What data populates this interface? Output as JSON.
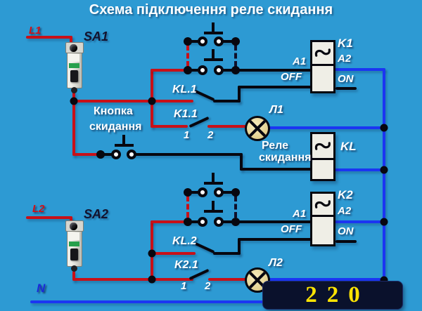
{
  "title": "Схема підключення реле скидання",
  "colors": {
    "background": "#2d9ad3",
    "wire_red": "#c81018",
    "wire_black": "#07070f",
    "wire_blue": "#1b35f2",
    "label_white": "#ffffff",
    "label_navy": "#13132e",
    "lamp_fill": "#e9d98f",
    "badge_background": "#0a112c",
    "badge_text": "#fce303"
  },
  "top_circuit": {
    "feed_label": "L1",
    "breaker_label": "SA1",
    "contact_kl_label": "KL.1",
    "contact_aux_label": "K1.1",
    "terminal_1": "1",
    "terminal_2": "2",
    "lamp_label": "Л1",
    "relay": {
      "name": "K1",
      "a1": "A1",
      "a2": "A2",
      "off": "OFF",
      "on": "ON"
    }
  },
  "reset_button": {
    "line1": "Кнопка",
    "line2": "скидання"
  },
  "reset_relay": {
    "name": "KL",
    "caption1": "Реле",
    "caption2": "скидання"
  },
  "bottom_circuit": {
    "feed_label": "L2",
    "breaker_label": "SA2",
    "contact_kl_label": "KL.2",
    "contact_aux_label": "K2.1",
    "terminal_1": "1",
    "terminal_2": "2",
    "lamp_label": "Л2",
    "relay": {
      "name": "K2",
      "a1": "A1",
      "a2": "A2",
      "off": "OFF",
      "on": "ON"
    }
  },
  "neutral_label": "N",
  "voltage_badge": {
    "text": "220"
  }
}
